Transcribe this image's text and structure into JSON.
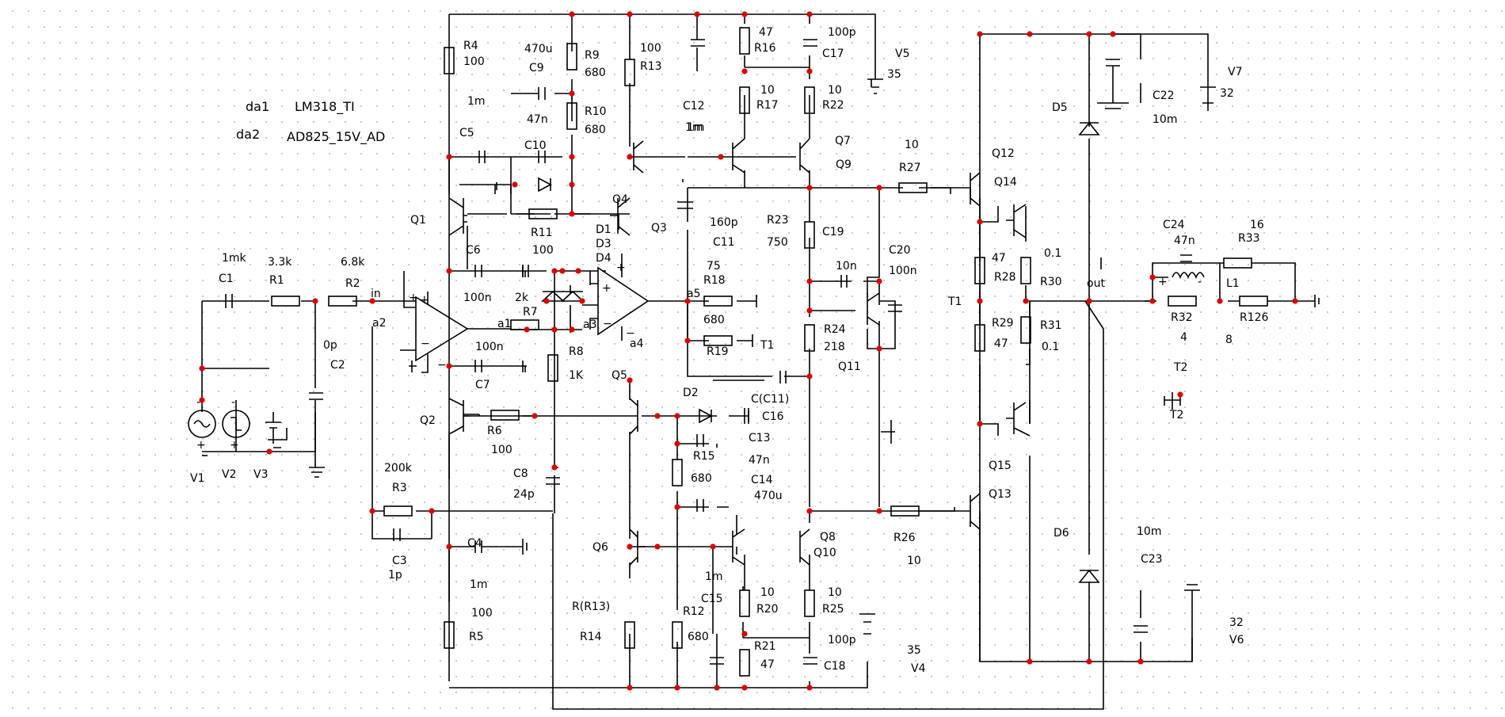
{
  "models": {
    "da1_name": "da1",
    "da1_part": "LM318_TI",
    "da2_name": "da2",
    "da2_part": "AD825_15V_AD"
  },
  "labels": {
    "R4": "R4",
    "R4v": "100",
    "C9": "C9",
    "C9v": "470u",
    "R9": "R9",
    "R9v": "680",
    "R13": "R13",
    "R13v": "100",
    "C12": "C12",
    "C12v": "1m",
    "R16": "R16",
    "R16v": "47",
    "C17": "C17",
    "C17v": "100p",
    "V5": "V5",
    "V5v": "35",
    "R10": "R10",
    "R10v": "680",
    "C10": "C10",
    "C10v": "47n",
    "C5": "C5",
    "C5v": "1m",
    "R17": "R17",
    "R17v": "10",
    "R22": "R22",
    "R22v": "10",
    "Q7": "Q7",
    "Q9": "Q9",
    "R27": "R27",
    "R27v": "10",
    "Q12": "Q12",
    "Q14": "Q14",
    "V7": "V7",
    "V7v": "32",
    "C22": "C22",
    "C22v": "10m",
    "D5": "D5",
    "Q1": "Q1",
    "R11": "R11",
    "R11v": "100",
    "D1": "D1",
    "D3": "D3",
    "D4": "D4",
    "Q4": "Q4",
    "Q3": "Q3",
    "C11": "C11",
    "C11v": "160p",
    "R23": "R23",
    "R23v": "750",
    "C19": "C19",
    "C20": "C20",
    "C20v": "100n",
    "C24": "C24",
    "C24v": "47n",
    "R33": "R33",
    "R33v": "16",
    "C1": "C1",
    "C1v": "1mk",
    "R1": "R1",
    "R1v": "3.3k",
    "R2": "R2",
    "R2v": "6.8k",
    "in": "in",
    "C6": "C6",
    "C6v": "100n",
    "R7": "R7",
    "R7v": "2k",
    "R18": "R18",
    "R18v": "75",
    "a5": "a5",
    "R28": "R28",
    "R28v": "47",
    "R30": "R30",
    "R30v": "0.1",
    "out": "out",
    "L1": "L1",
    "a2": "a2",
    "C2": "C2",
    "C2v": "0p",
    "a1": "a1",
    "a3": "a3",
    "R18b": "680",
    "T1": "T1",
    "T1b": "T1",
    "R24": "R24",
    "R24v": "218",
    "R29": "R29",
    "R29v": "47",
    "R31": "R31",
    "R31v": "0.1",
    "R32": "R32",
    "R32v": "4",
    "R126": "R126",
    "R126v": "8",
    "C19v": "10n",
    "R8": "R8",
    "R8v": "1K",
    "C7": "C7",
    "C7v": "100n",
    "a4": "a4",
    "R19": "R19",
    "Q11": "Q11",
    "V1": "V1",
    "V2": "V2",
    "V3": "V3",
    "Q5": "Q5",
    "T2": "T2",
    "T2b": "T2",
    "Q2": "Q2",
    "R6": "R6",
    "R6v": "100",
    "D2": "D2",
    "CC11": "C(C11)",
    "C16": "C16",
    "C13": "C13",
    "C13v": "47n",
    "R15": "R15",
    "R15v": "680",
    "C14": "C14",
    "C14v": "470u",
    "R3": "R3",
    "R3v": "200k",
    "C8": "C8",
    "C8v": "24p",
    "R26": "R26",
    "R26v": "10",
    "Q15": "Q15",
    "Q13": "Q13",
    "D6": "D6",
    "C23": "C23",
    "C23v": "10m",
    "C3": "C3",
    "C3v": "1p",
    "C4": "C4",
    "C4v": "1m",
    "Q6": "Q6",
    "Q8": "Q8",
    "Q10": "Q10",
    "C15": "C15",
    "C15v": "1m",
    "R5": "R5",
    "R5v": "100",
    "RR13": "R(R13)",
    "R12": "R12",
    "R12v": "680",
    "R20": "R20",
    "R20v": "10",
    "R25": "R25",
    "R25v": "10",
    "R21": "R21",
    "R21v": "47",
    "C18": "C18",
    "C18v": "100p",
    "R14": "R14",
    "V4": "V4",
    "V4v": "35",
    "V6": "V6",
    "V6v": "32"
  }
}
